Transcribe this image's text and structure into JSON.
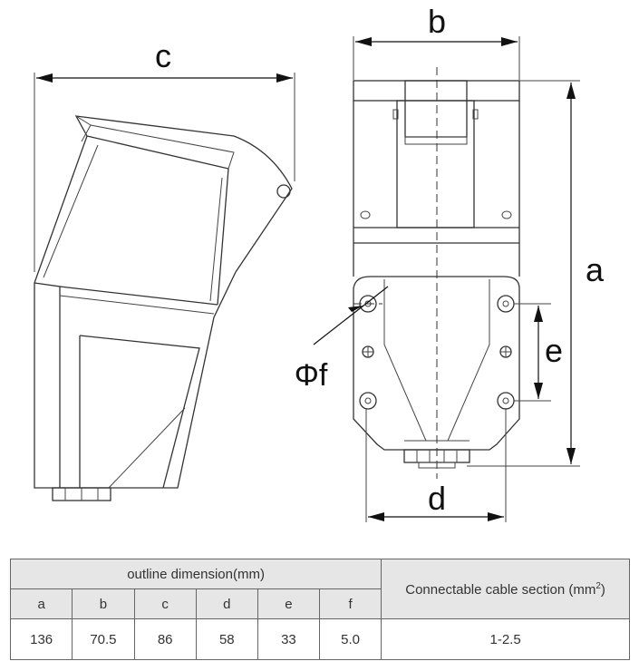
{
  "labels": {
    "c": "c",
    "b": "b",
    "a": "a",
    "d": "d",
    "e": "e",
    "f": "Φf"
  },
  "table": {
    "group_header": "outline dimension(mm)",
    "cable_header": "Connectable cable section (mm",
    "cable_header_sup": "2",
    "cable_header_close": ")",
    "columns": [
      "a",
      "b",
      "c",
      "d",
      "e",
      "f"
    ],
    "values": [
      "136",
      "70.5",
      "86",
      "58",
      "33",
      "5.0"
    ],
    "cable_value": "1-2.5"
  }
}
